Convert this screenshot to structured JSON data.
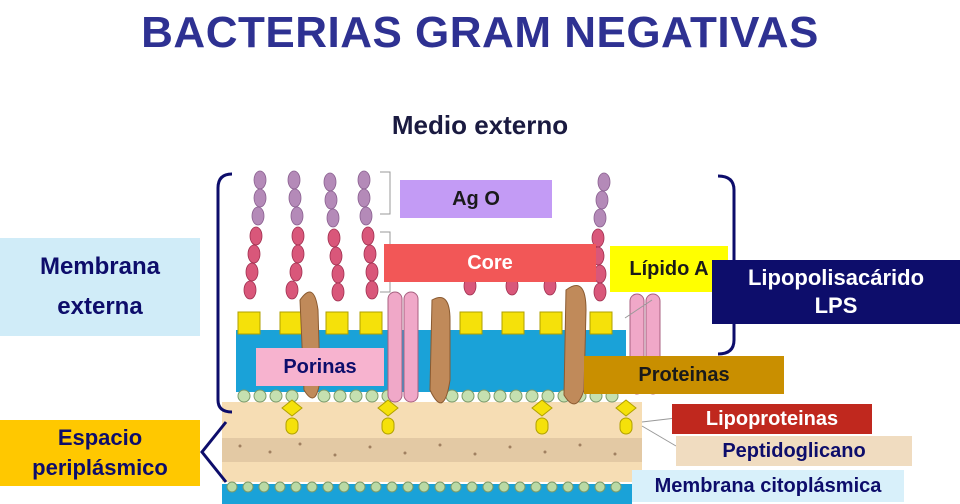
{
  "title": "BACTERIAS GRAM NEGATIVAS",
  "subtitle": "Medio externo",
  "labels": {
    "ag_o": "Ag O",
    "core": "Core",
    "lipido_a": "Lípido A",
    "lps_line1": "Lipopolisacárido",
    "lps_line2": "LPS",
    "membrana_externa_line1": "Membrana",
    "membrana_externa_line2": "externa",
    "porinas": "Porinas",
    "proteinas": "Proteinas",
    "lipoproteinas": "Lipoproteinas",
    "peptidoglicano": "Peptidoglicano",
    "espacio_line1": "Espacio",
    "espacio_line2": "periplásmico",
    "membrana_citoplasmica": "Membrana citoplásmica"
  },
  "colors": {
    "title": "#2e3192",
    "ag_o_box": "#c39bf5",
    "core_box": "#f25757",
    "lipido_a_box": "#ffff00",
    "lps_box": "#0d0d6b",
    "membrana_externa_box": "#d0ecf8",
    "porinas_box": "#f7b3cf",
    "proteinas_box": "#c98f00",
    "lipoproteinas_box": "#c0281e",
    "peptidoglicano_box": "#f0dcc0",
    "espacio_box": "#ffc800",
    "membrana_citoplasmica_box": "#d8f0fa",
    "membrane_blue": "#1aa2d8"
  }
}
